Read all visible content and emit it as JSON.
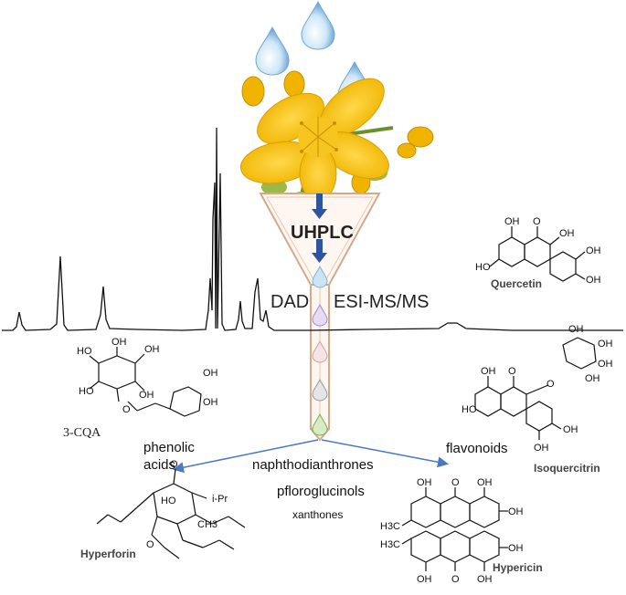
{
  "method": {
    "uhplc": "UHPLC",
    "dad": "DAD",
    "esi": "ESI-MS/MS"
  },
  "classes": {
    "phenolic": "phenolic\nacids",
    "flavonoids": "flavonoids",
    "naphtho": "naphthodianthrones",
    "phloro": "pfloroglucinols",
    "xanthones": "xanthones"
  },
  "compounds": {
    "quercetin": "Quercetin",
    "isoquercitrin": "Isoquercitrin",
    "cqa": "3-CQA",
    "hyperforin": "Hyperforin",
    "hypericin": "Hypericin"
  },
  "atoms": {
    "oh": "OH",
    "o": "O",
    "ho": "HO",
    "ch3": "CH3",
    "h3c": "H3C",
    "ipr": "i-Pr"
  },
  "colors": {
    "petal": "#f5c518",
    "arrow": "#2f55a0",
    "funnel": "#d6a98a",
    "drop": "#7fb4de"
  }
}
